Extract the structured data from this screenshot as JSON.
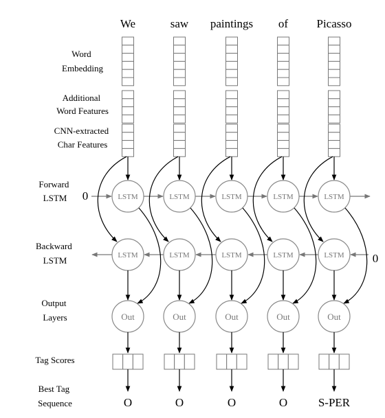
{
  "words": [
    "We",
    "saw",
    "paintings",
    "of",
    "Picasso"
  ],
  "tags": [
    "O",
    "O",
    "O",
    "O",
    "S-PER"
  ],
  "row_labels": {
    "word_embedding": [
      "Word",
      "Embedding"
    ],
    "additional_features": [
      "Additional",
      "Word Features"
    ],
    "char_features": [
      "CNN-extracted",
      "Char Features"
    ],
    "forward_lstm": [
      "Forward",
      "LSTM"
    ],
    "backward_lstm": [
      "Backward",
      "LSTM"
    ],
    "output_layers": [
      "Output",
      "Layers"
    ],
    "tag_scores": [
      "Tag Scores"
    ],
    "best_tag_sequence": [
      "Best Tag",
      "Sequence"
    ]
  },
  "node_labels": {
    "lstm": "LSTM",
    "out": "Out"
  },
  "initial_states": {
    "forward": "0",
    "backward": "0"
  },
  "colors": {
    "node_stroke": "#888888",
    "box_stroke": "#777777",
    "arrow": "#000000",
    "grey_arrow": "#777777"
  }
}
